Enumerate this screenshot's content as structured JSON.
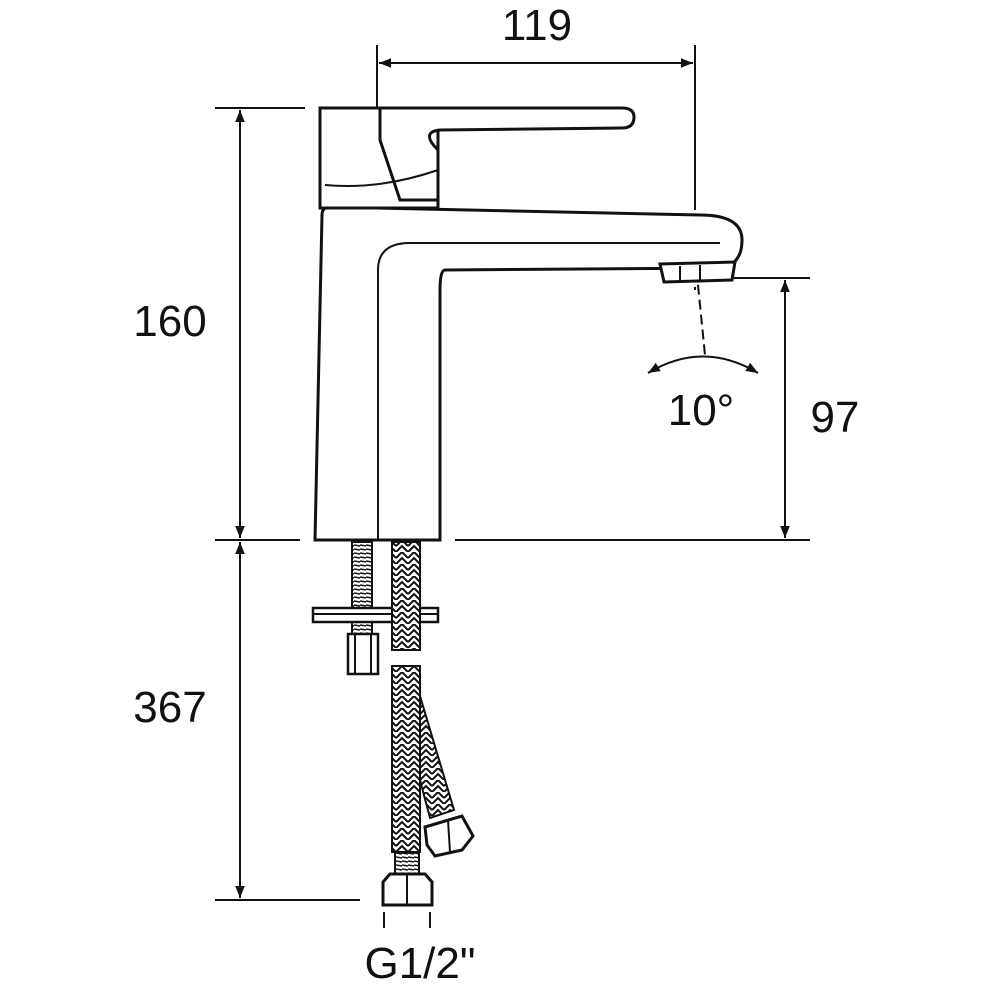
{
  "title": "Basin mixer technical drawing",
  "dimensions": {
    "spout_reach": "119",
    "body_height": "160",
    "hose_length": "367",
    "spout_height": "97",
    "spout_angle": "10°",
    "connection_thread": "G1/2\""
  },
  "colors": {
    "line": "#111111",
    "background": "#ffffff"
  }
}
